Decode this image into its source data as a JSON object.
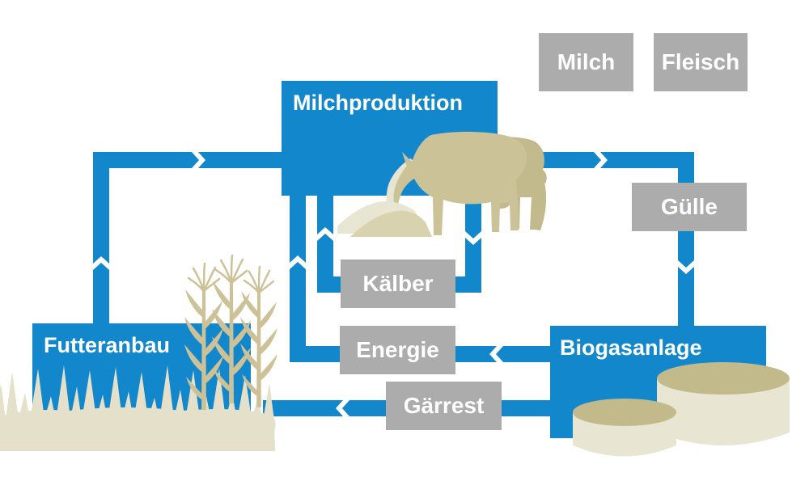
{
  "diagram": {
    "nodes": {
      "milchproduktion": {
        "label": "Milchproduktion",
        "type": "process",
        "color": "blue"
      },
      "futteranbau": {
        "label": "Futteranbau",
        "type": "process",
        "color": "blue"
      },
      "biogasanlage": {
        "label": "Biogasanlage",
        "type": "process",
        "color": "blue"
      },
      "milch": {
        "label": "Milch",
        "type": "product",
        "color": "gray"
      },
      "fleisch": {
        "label": "Fleisch",
        "type": "product",
        "color": "gray"
      },
      "guelle": {
        "label": "Gülle",
        "type": "flow-label",
        "color": "gray"
      },
      "kaelber": {
        "label": "Kälber",
        "type": "flow-label",
        "color": "gray"
      },
      "energie": {
        "label": "Energie",
        "type": "flow-label",
        "color": "gray"
      },
      "gaerrest": {
        "label": "Gärrest",
        "type": "flow-label",
        "color": "gray"
      }
    },
    "flows": [
      {
        "from": "Futteranbau",
        "to": "Milchproduktion",
        "via": ""
      },
      {
        "from": "Milchproduktion",
        "to": "Biogasanlage",
        "via": "Gülle"
      },
      {
        "from": "Milchproduktion",
        "to": "Milchproduktion",
        "via": "Kälber"
      },
      {
        "from": "Biogasanlage",
        "to": "Milchproduktion",
        "via": "Energie"
      },
      {
        "from": "Biogasanlage",
        "to": "Futteranbau",
        "via": "Gärrest"
      }
    ],
    "colors": {
      "blue": "#1387CB",
      "gray": "#ACACAC",
      "cow_tan": "#CBC298",
      "cow_tan_dark": "#C2B98D",
      "cream": "#E9E5D3",
      "grass": "#E4E0CA",
      "corn": "#CCC197",
      "label_text": "#FFFFFF"
    },
    "illustrations": [
      "grazing-cows",
      "feed-pile",
      "corn-plants",
      "grass-meadow",
      "biogas-tanks"
    ]
  }
}
